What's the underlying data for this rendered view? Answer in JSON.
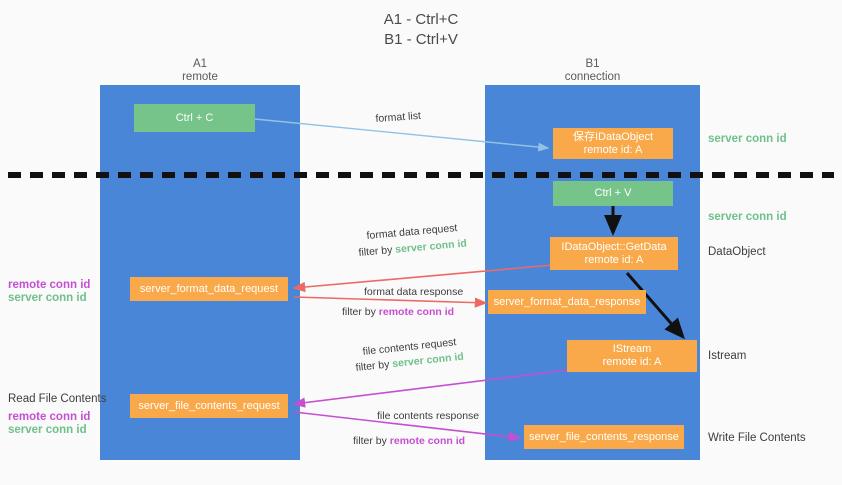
{
  "title": {
    "line1": "A1 - Ctrl+C",
    "line2": "B1 - Ctrl+V"
  },
  "lanes": [
    {
      "name": "A1",
      "sub": "remote",
      "color": "#4a86d8"
    },
    {
      "name": "B1",
      "sub": "connection",
      "color": "#4a86d8"
    }
  ],
  "boxes": {
    "ctrl_c": "Ctrl + C",
    "ctrl_v": "Ctrl + V",
    "idataobject_top_l1": "保存IDataObject",
    "idataobject_top_l2": "remote id: A",
    "getdata_l1": "IDataObject::GetData",
    "getdata_l2": "remote id: A",
    "istream_l1": "IStream",
    "istream_l2": "remote id: A",
    "server_format_data_request": "server_format_data_request",
    "server_format_data_response": "server_format_data_response",
    "server_file_contents_request": "server_file_contents_request",
    "server_file_contents_response": "server_file_contents_response"
  },
  "side_labels": {
    "server_conn_id_top": "server conn id",
    "server_conn_id_mid": "server conn id",
    "dataobject": "DataObject",
    "istream": "Istream",
    "write_file_contents": "Write File Contents",
    "read_file_contents": "Read File Contents",
    "remote_conn_id": "remote conn id",
    "server_conn_id": "server conn id"
  },
  "annotations": {
    "format_list": "format list",
    "format_data_request": "format data request",
    "format_data_request_filter_prefix": "filter by ",
    "format_data_request_filter_value": "server conn id",
    "format_data_response": "format data response",
    "format_data_response_filter_prefix": "filter by ",
    "format_data_response_filter_value": "remote conn id",
    "file_contents_request": "file contents request",
    "file_contents_request_filter_prefix": "filter by ",
    "file_contents_request_filter_value": "server conn id",
    "file_contents_response": "file contents response",
    "file_contents_response_filter_prefix": "filter by ",
    "file_contents_response_filter_value": "remote conn id"
  },
  "colors": {
    "lane": "#4a86d8",
    "green_box": "#76c48a",
    "orange_box": "#f9a94a",
    "arrow_blue": "#8fc4e8",
    "arrow_red": "#ec6a63",
    "arrow_purple": "#c44fd0",
    "arrow_black": "#111111",
    "divider": "#111111",
    "text_green": "#6fc08a",
    "text_purple": "#c44fd0"
  }
}
